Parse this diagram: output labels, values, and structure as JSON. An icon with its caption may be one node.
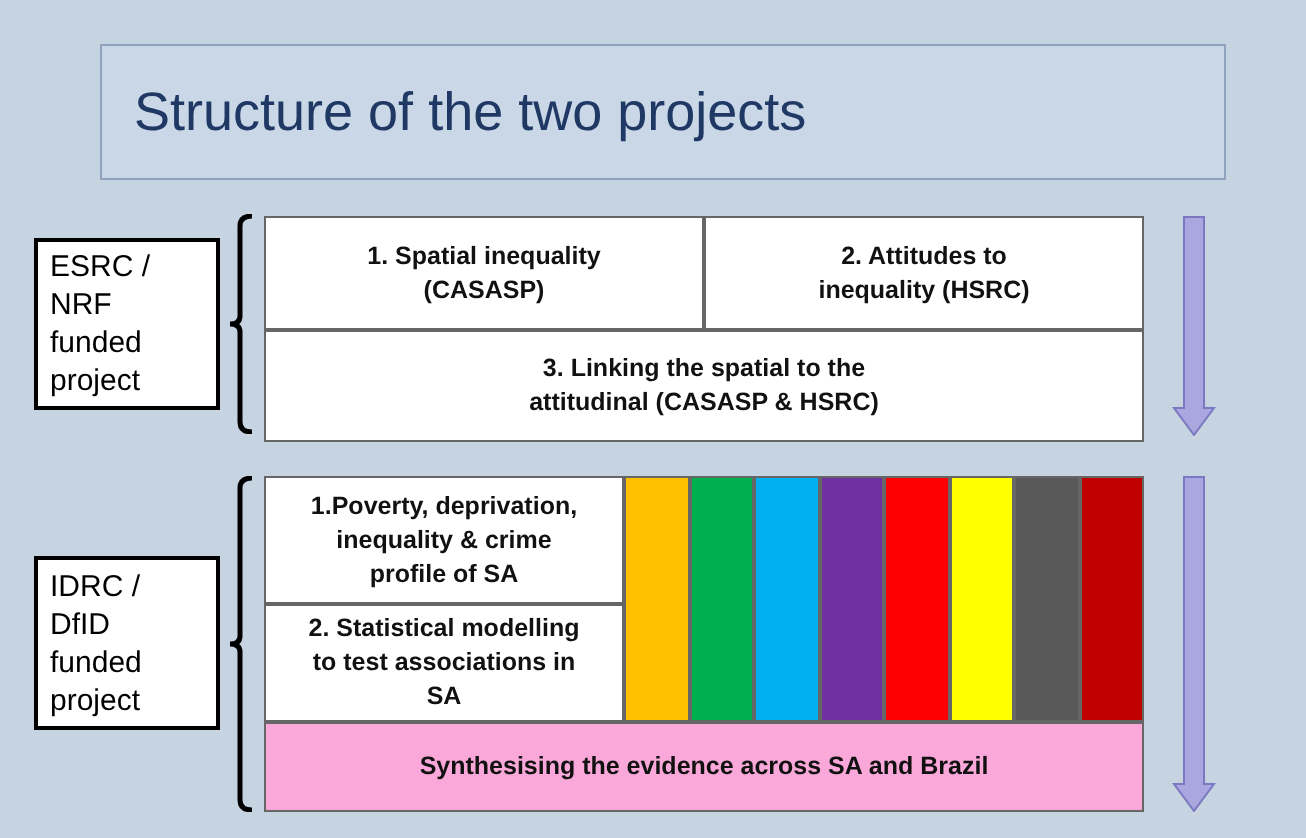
{
  "diagram": {
    "title": "Structure of the two projects",
    "nodes": [
      {
        "text": [
          "ESRC / NRF funded project"
        ]
      },
      {
        "text": [
          "1. Spatial inequality (CASASP)"
        ]
      },
      {
        "text": [
          "2. Attitudes to inequality (HSRC)"
        ]
      },
      {
        "text": [
          "3. Linking the spatial to the attitudinal (CASASP & HSRC)"
        ]
      },
      {
        "text": [
          "IDRC / DfID funded project"
        ]
      },
      {
        "text": [
          "1.Poverty, deprivation, inequality & crime profile of SA"
        ]
      },
      {
        "text": [
          "2. Statistical modelling to test associations in SA"
        ]
      },
      {
        "text": [],
        "shape": "bar"
      },
      {
        "text": [],
        "shape": "bar"
      },
      {
        "text": [],
        "shape": "bar"
      },
      {
        "text": [],
        "shape": "bar"
      },
      {
        "text": [],
        "shape": "bar"
      },
      {
        "text": [],
        "shape": "bar"
      },
      {
        "text": [],
        "shape": "bar"
      },
      {
        "text": [],
        "shape": "bar"
      },
      {
        "text": [
          "Synthesising the evidence across SA and Brazil"
        ]
      }
    ]
  }
}
